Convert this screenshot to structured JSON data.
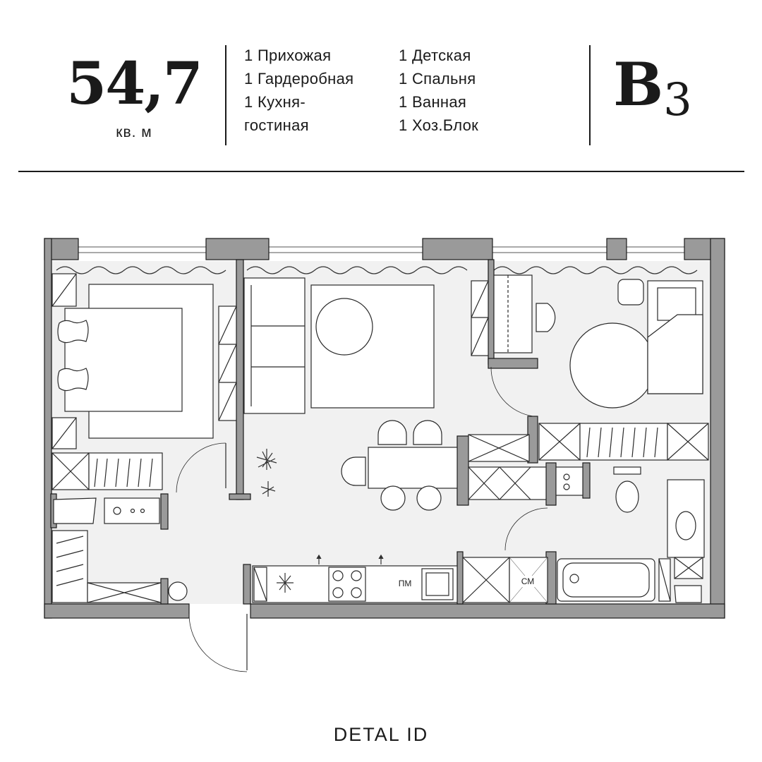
{
  "header": {
    "area_value": "54,7",
    "area_unit": "кв. м",
    "rooms_left": [
      "1 Прихожая",
      "1 Гардеробная",
      "1 Кухня-",
      "гостиная"
    ],
    "rooms_right": [
      "1 Детская",
      "1 Спальня",
      "1 Ванная",
      "1 Хоз.Блок"
    ],
    "plan_type_letter": "B",
    "plan_type_number": "3"
  },
  "plan": {
    "labels": {
      "dishwasher": "ПМ",
      "washing_machine": "СМ"
    }
  },
  "footer": {
    "brand": "DETAL ID"
  },
  "colors": {
    "wall": "#9a9a9a",
    "wall_stroke": "#1a1a1a",
    "floor": "#f1f1f1",
    "line": "#2a2a2a"
  }
}
